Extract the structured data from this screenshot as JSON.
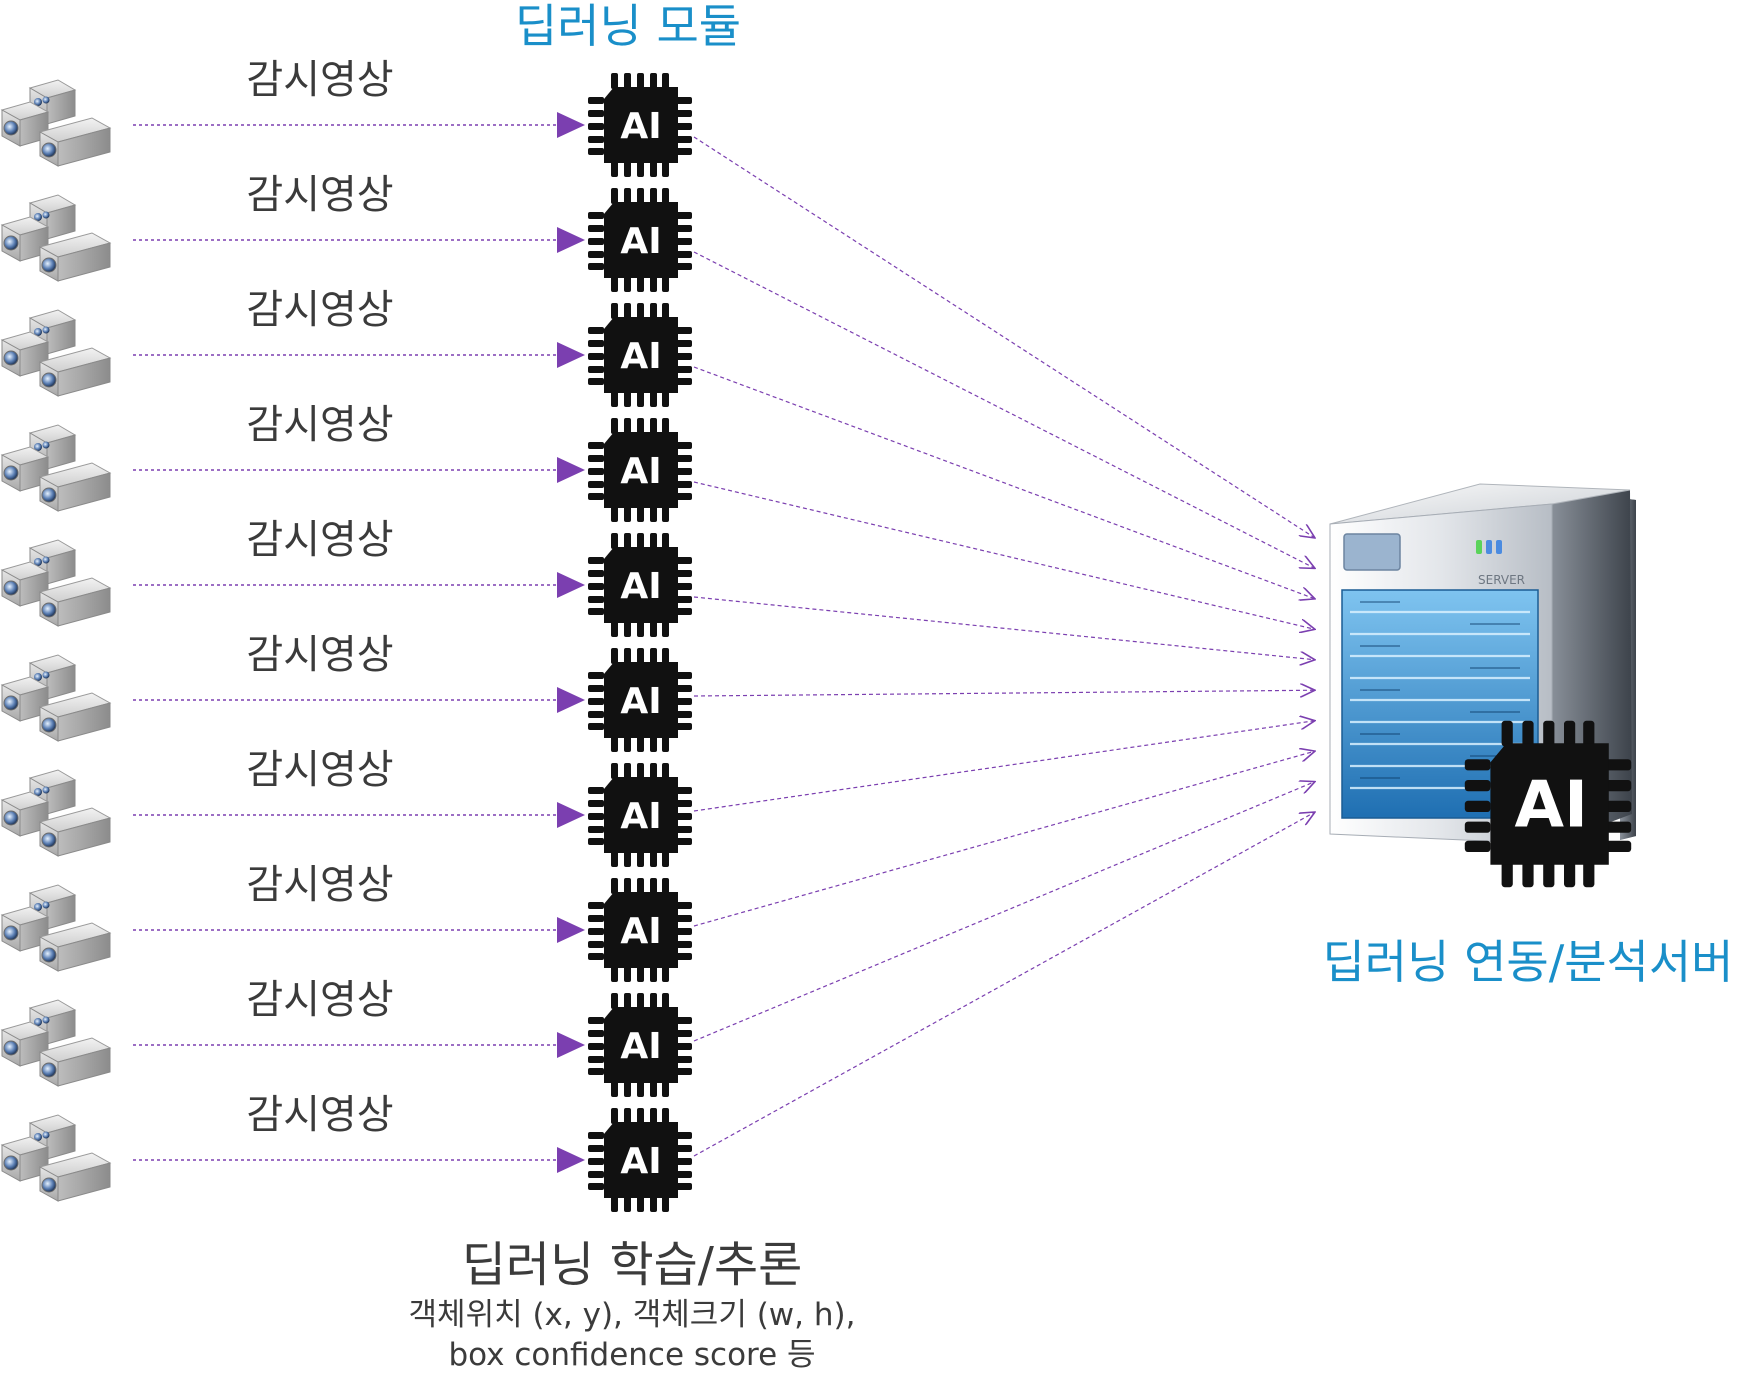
{
  "module_title": "딥러닝 모듈",
  "server_title": "딥러닝 연동/분석서버",
  "learning_title": "딥러닝 학습/추론",
  "learning_detail_line1": "객체위치 (x, y), 객체크기 (w, h),",
  "learning_detail_line2": "box confidence score 등",
  "server_brand": "SERVER",
  "chip_text": "AI",
  "feeds": [
    {
      "label": "감시영상"
    },
    {
      "label": "감시영상"
    },
    {
      "label": "감시영상"
    },
    {
      "label": "감시영상"
    },
    {
      "label": "감시영상"
    },
    {
      "label": "감시영상"
    },
    {
      "label": "감시영상"
    },
    {
      "label": "감시영상"
    },
    {
      "label": "감시영상"
    },
    {
      "label": "감시영상"
    }
  ],
  "colors": {
    "arrow": "#7b3fb0",
    "title": "#1a8fc9",
    "text": "#3b3b3b",
    "chip": "#111111"
  },
  "icons": {
    "camera": "cctv-camera-cluster-icon",
    "chip": "ai-chip-icon",
    "server": "server-tower-icon"
  }
}
